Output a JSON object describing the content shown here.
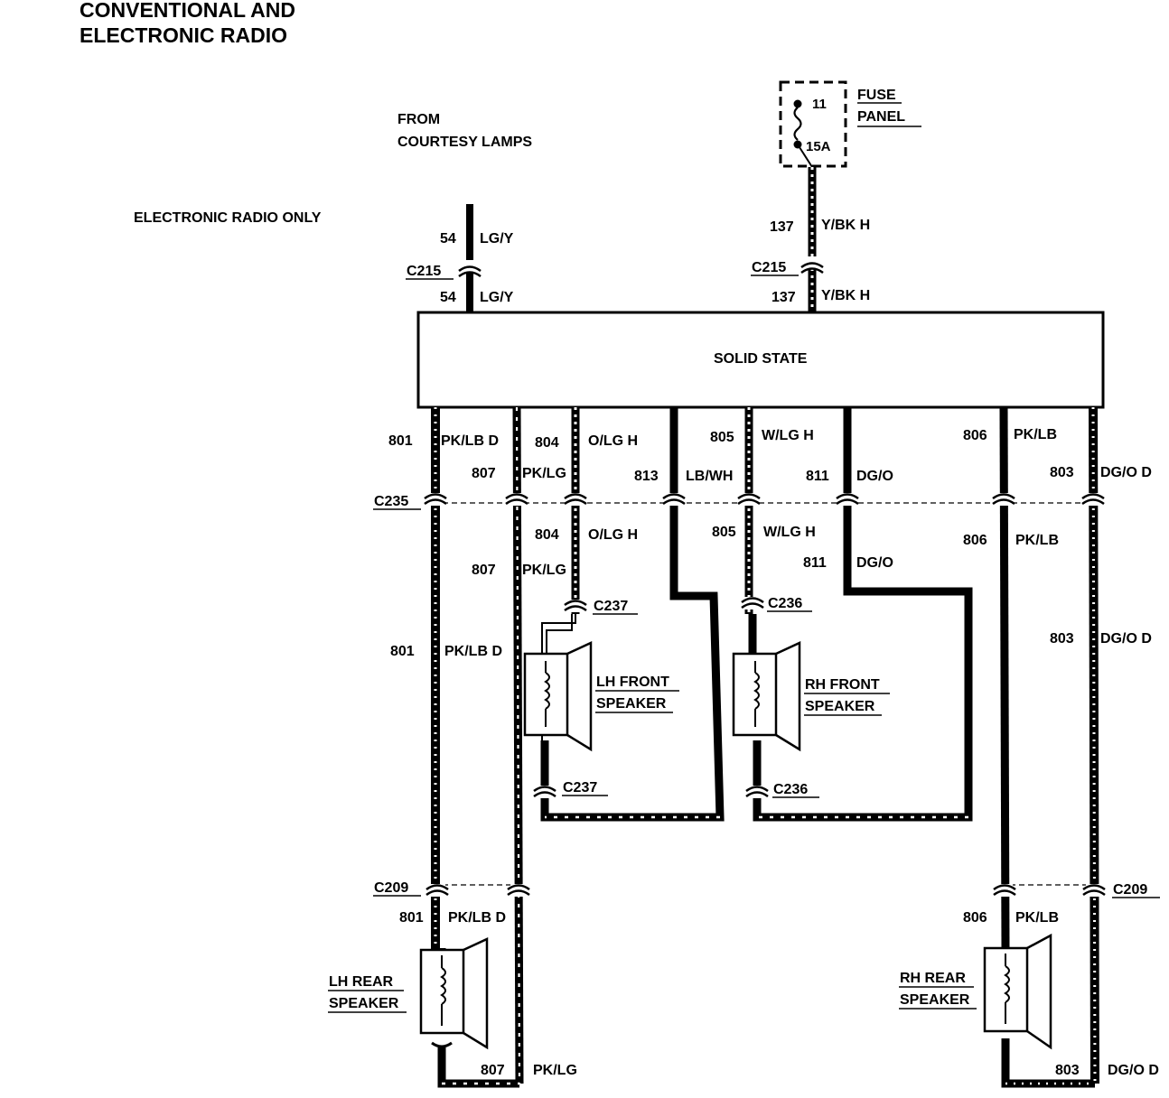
{
  "title_line1": "CONVENTIONAL AND",
  "title_line2": "ELECTRONIC RADIO",
  "from_line1": "FROM",
  "from_line2": "COURTESY LAMPS",
  "electronic_only": "ELECTRONIC RADIO ONLY",
  "fuse": {
    "label_line1": "FUSE",
    "label_line2": "PANEL",
    "number": "11",
    "rating": "15A"
  },
  "module_label": "SOLID STATE",
  "connectors": {
    "c215": "C215",
    "c235": "C235",
    "c237": "C237",
    "c236": "C236",
    "c209": "C209"
  },
  "speakers": {
    "lh_front_1": "LH FRONT",
    "lh_front_2": "SPEAKER",
    "rh_front_1": "RH FRONT",
    "rh_front_2": "SPEAKER",
    "lh_rear_1": "LH REAR",
    "lh_rear_2": "SPEAKER",
    "rh_rear_1": "RH REAR",
    "rh_rear_2": "SPEAKER"
  },
  "circuits": {
    "n54": "54",
    "c54": "LG/Y",
    "n137": "137",
    "c137": "Y/BK H",
    "n801": "801",
    "c801": "PK/LB D",
    "n807": "807",
    "c807": "PK/LG",
    "n804": "804",
    "c804": "O/LG H",
    "n813": "813",
    "c813": "LB/WH",
    "n805": "805",
    "c805": "W/LG H",
    "n811": "811",
    "c811": "DG/O",
    "n806": "806",
    "c806": "PK/LB",
    "n803": "803",
    "c803": "DG/O D"
  }
}
